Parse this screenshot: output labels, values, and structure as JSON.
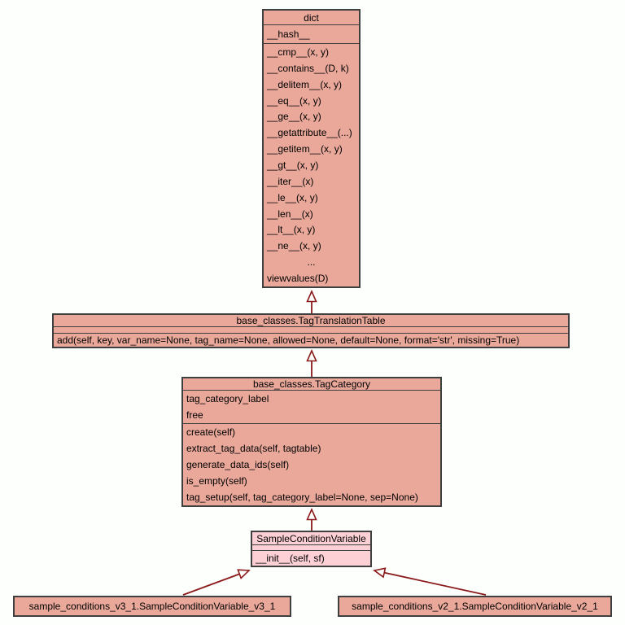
{
  "colors": {
    "bg": "#fdfffd",
    "box_fill": "#e9a89a",
    "highlight_fill": "#fdd0d6",
    "border": "#3f3f3f",
    "edge": "#8b1a1a",
    "text": "#000000"
  },
  "diagram": {
    "type": "uml-class-diagram",
    "classes": {
      "dict": {
        "title": "dict",
        "attributes": [
          "__hash__"
        ],
        "methods": [
          "__cmp__(x, y)",
          "__contains__(D, k)",
          "__delitem__(x, y)",
          "__eq__(x, y)",
          "__ge__(x, y)",
          "__getattribute__(...)",
          "__getitem__(x, y)",
          "__gt__(x, y)",
          "__iter__(x)",
          "__le__(x, y)",
          "__len__(x)",
          "__lt__(x, y)",
          "__ne__(x, y)",
          "...",
          "viewvalues(D)"
        ]
      },
      "tag_translation_table": {
        "title": "base_classes.TagTranslationTable",
        "attributes": [],
        "methods": [
          "add(self, key, var_name=None, tag_name=None, allowed=None, default=None, format='str', missing=True)"
        ]
      },
      "tag_category": {
        "title": "base_classes.TagCategory",
        "attributes": [
          "tag_category_label",
          "free"
        ],
        "methods": [
          "create(self)",
          "extract_tag_data(self, tagtable)",
          "generate_data_ids(self)",
          "is_empty(self)",
          "tag_setup(self, tag_category_label=None, sep=None)"
        ]
      },
      "sample_condition_variable": {
        "title": "SampleConditionVariable",
        "attributes": [],
        "methods": [
          "__init__(self, sf)"
        ]
      },
      "sample_condition_variable_v3": {
        "title": "sample_conditions_v3_1.SampleConditionVariable_v3_1"
      },
      "sample_condition_variable_v2": {
        "title": "sample_conditions_v2_1.SampleConditionVariable_v2_1"
      }
    },
    "relations": [
      {
        "child": "base_classes.TagTranslationTable",
        "parent": "dict",
        "type": "inheritance"
      },
      {
        "child": "base_classes.TagCategory",
        "parent": "base_classes.TagTranslationTable",
        "type": "inheritance"
      },
      {
        "child": "SampleConditionVariable",
        "parent": "base_classes.TagCategory",
        "type": "inheritance"
      },
      {
        "child": "sample_conditions_v3_1.SampleConditionVariable_v3_1",
        "parent": "SampleConditionVariable",
        "type": "inheritance"
      },
      {
        "child": "sample_conditions_v2_1.SampleConditionVariable_v2_1",
        "parent": "SampleConditionVariable",
        "type": "inheritance"
      }
    ]
  }
}
